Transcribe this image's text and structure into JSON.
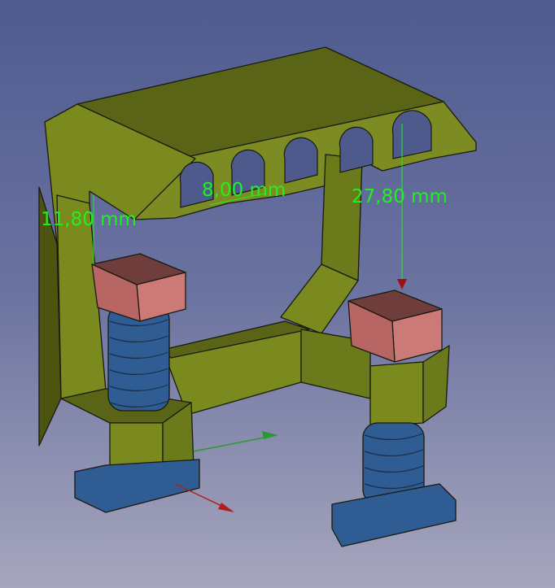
{
  "viewer": {
    "dimensions": [
      {
        "label": "11,80 mm"
      },
      {
        "label": "8,00 mm"
      },
      {
        "label": "27,80 mm"
      }
    ]
  },
  "colors": {
    "body": "#7a8a1e",
    "body_dark": "#4c5410",
    "cap": "#cc7a78",
    "screw": "#2f5c92",
    "dimension": "#22ee22"
  }
}
